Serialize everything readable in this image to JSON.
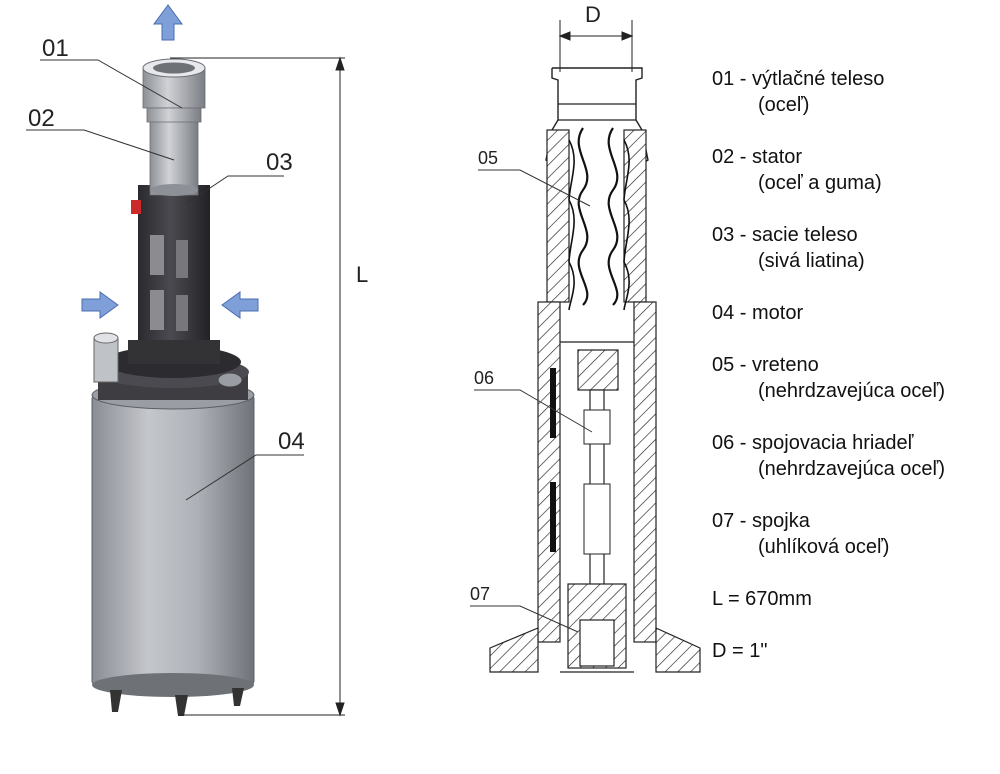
{
  "callouts": {
    "c01": "01",
    "c02": "02",
    "c03": "03",
    "c04": "04",
    "c05": "05",
    "c06": "06",
    "c07": "07"
  },
  "dimensions": {
    "length_symbol": "L",
    "diameter_symbol": "D"
  },
  "legend": {
    "items": [
      {
        "main": "01 - výtlačné teleso",
        "sub": "(oceľ)"
      },
      {
        "main": "02 - stator",
        "sub": "(oceľ a guma)"
      },
      {
        "main": "03 - sacie teleso",
        "sub": "(sivá liatina)"
      },
      {
        "main": "04 - motor",
        "sub": ""
      },
      {
        "main": "05 - vreteno",
        "sub": "(nehrdzavejúca oceľ)"
      },
      {
        "main": "06 - spojovacia hriadeľ",
        "sub": "(nehrdzavejúca oceľ)"
      },
      {
        "main": "07 - spojka",
        "sub": "(uhlíková oceľ)"
      }
    ],
    "length": "L = 670mm",
    "diameter": "D = 1\""
  },
  "colors": {
    "arrow_fill": "#7f9fd8",
    "body_metal": "#a8acb4",
    "cast_iron": "#3a3a3e",
    "hatch": "#222222"
  }
}
